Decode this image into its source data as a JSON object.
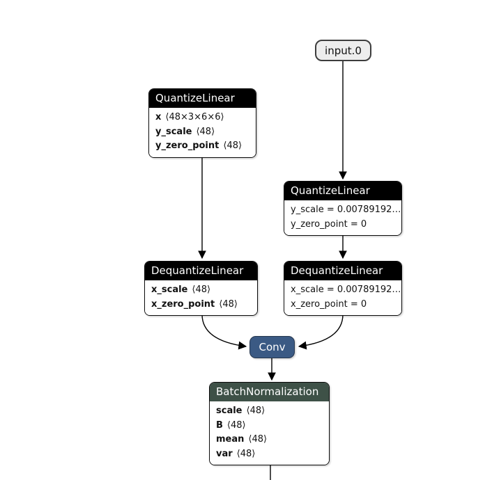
{
  "graph": {
    "input_node": {
      "label": "input.0"
    },
    "ql_left": {
      "title": "QuantizeLinear",
      "rows": [
        {
          "name": "x",
          "shape": "⟨48×3×6×6⟩"
        },
        {
          "name": "y_scale",
          "shape": "⟨48⟩"
        },
        {
          "name": "y_zero_point",
          "shape": "⟨48⟩"
        }
      ]
    },
    "ql_right": {
      "title": "QuantizeLinear",
      "rows": [
        {
          "text": "y_scale = 0.00789192…"
        },
        {
          "text": "y_zero_point = 0"
        }
      ]
    },
    "dql_left": {
      "title": "DequantizeLinear",
      "rows": [
        {
          "name": "x_scale",
          "shape": "⟨48⟩"
        },
        {
          "name": "x_zero_point",
          "shape": "⟨48⟩"
        }
      ]
    },
    "dql_right": {
      "title": "DequantizeLinear",
      "rows": [
        {
          "text": "x_scale = 0.00789192…"
        },
        {
          "text": "x_zero_point = 0"
        }
      ]
    },
    "conv": {
      "title": "Conv"
    },
    "batchnorm": {
      "title": "BatchNormalization",
      "rows": [
        {
          "name": "scale",
          "shape": "⟨48⟩"
        },
        {
          "name": "B",
          "shape": "⟨48⟩"
        },
        {
          "name": "mean",
          "shape": "⟨48⟩"
        },
        {
          "name": "var",
          "shape": "⟨48⟩"
        }
      ]
    },
    "edges": [
      {
        "from": "input.0",
        "to": "QuantizeLinear-right"
      },
      {
        "from": "QuantizeLinear-left",
        "to": "DequantizeLinear-left"
      },
      {
        "from": "QuantizeLinear-right",
        "to": "DequantizeLinear-right"
      },
      {
        "from": "DequantizeLinear-left",
        "to": "Conv"
      },
      {
        "from": "DequantizeLinear-right",
        "to": "Conv"
      },
      {
        "from": "Conv",
        "to": "BatchNormalization"
      },
      {
        "from": "BatchNormalization",
        "to": "offscreen-bottom"
      }
    ],
    "colors": {
      "header_black": "#000000",
      "conv_fill": "#3b5a84",
      "normalization_header": "#3e5147",
      "input_fill": "#ededed",
      "edge_stroke": "#000000"
    }
  }
}
